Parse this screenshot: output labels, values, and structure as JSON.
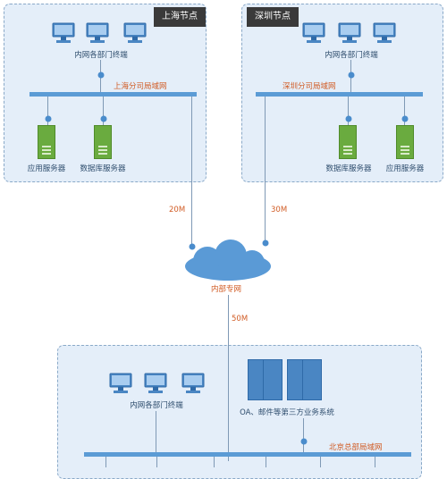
{
  "nodes": {
    "shanghai": {
      "tag": "上海节点",
      "terminals": "内网各部门终端",
      "lan": "上海分司局域网",
      "app_server": "应用服务器",
      "db_server": "数据库服务器"
    },
    "shenzhen": {
      "tag": "深圳节点",
      "terminals": "内网各部门终端",
      "lan": "深圳分司局域网",
      "db_server": "数据库服务器",
      "app_server": "应用服务器"
    },
    "beijing": {
      "terminals": "内网各部门终端",
      "systems": "OA、邮件等第三方业务系统",
      "lan": "北京总部局域网"
    }
  },
  "links": {
    "shanghai": "20M",
    "shenzhen": "30M",
    "beijing": "50M"
  },
  "cloud": {
    "label": "内部专网"
  },
  "colors": {
    "zone_bg": "#e4eef9",
    "bus": "#5b9bd5",
    "cloud": "#5a9ad6",
    "server": "#6aab3f",
    "accent_text": "#d15c25"
  }
}
